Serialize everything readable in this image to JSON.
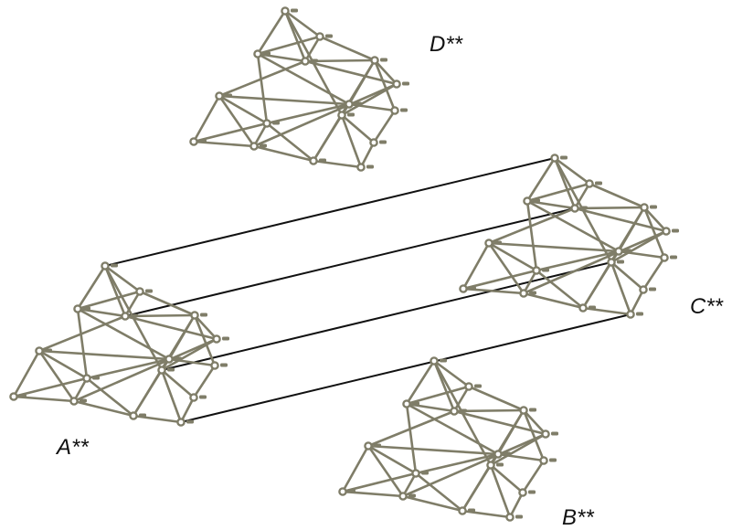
{
  "labels": {
    "A": "A**",
    "B": "B**",
    "C": "C**",
    "D": "D**"
  },
  "colors": {
    "edge": "#7f7d68",
    "connector": "#111111",
    "background": "#ffffff"
  }
}
